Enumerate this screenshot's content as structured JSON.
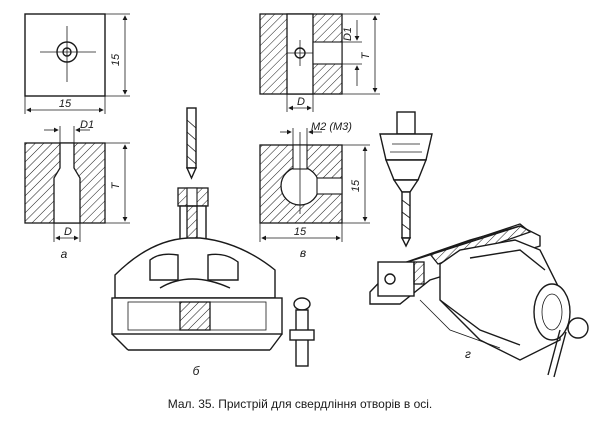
{
  "caption": "Мал. 35. Пристрій для свердління отворів в осі.",
  "figures": {
    "a": {
      "label": "а",
      "top_view": {
        "width_dim": "15",
        "height_dim": "15"
      },
      "section": {
        "top_dim": "D1",
        "bottom_dim": "D",
        "height_dim": "T"
      }
    },
    "b": {
      "label": "б"
    },
    "v": {
      "label": "в",
      "top": {
        "side_dim_top": "D1",
        "side_dim_mid": "T",
        "bottom_dim": "D"
      },
      "bottom": {
        "top_dim": "M2 (M3)",
        "height_dim": "15",
        "width_dim": "15"
      }
    },
    "g": {
      "label": "г"
    }
  },
  "colors": {
    "ink": "#1a1a1a",
    "paper": "#ffffff"
  }
}
